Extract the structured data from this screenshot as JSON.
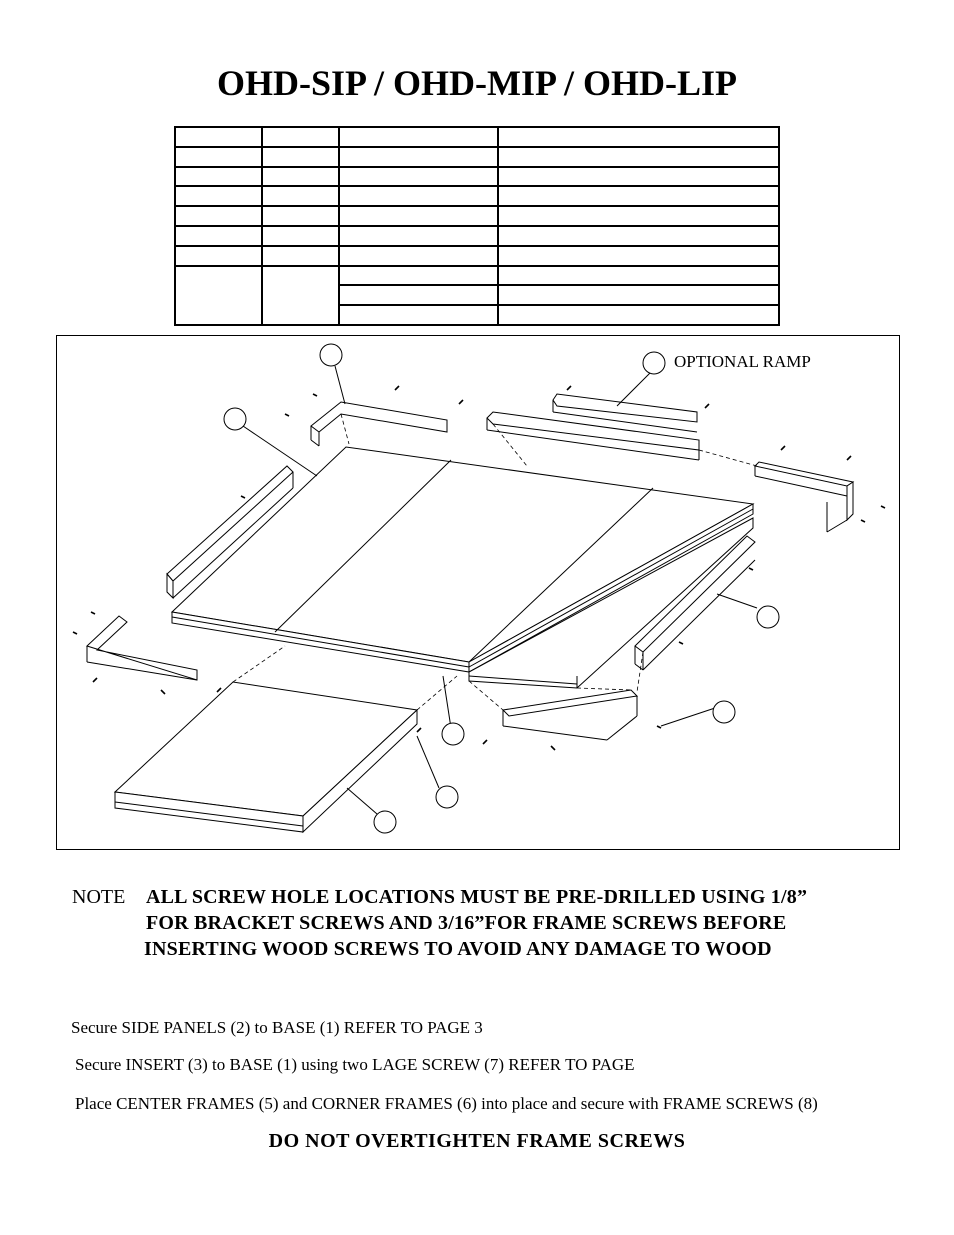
{
  "document": {
    "title": "OHD-SIP / OHD-MIP / OHD-LIP"
  },
  "parts_table": {
    "rows": 10,
    "columns": 4,
    "cells": []
  },
  "diagram": {
    "ramp_label": "OPTIONAL RAMP",
    "callouts": [
      "",
      "",
      "",
      "",
      "",
      "",
      "",
      ""
    ]
  },
  "note": {
    "label": "NOTE",
    "lines": [
      "ALL SCREW HOLE LOCATIONS MUST BE PRE-DRILLED USING 1/8”",
      "FOR BRACKET SCREWS  AND 3/16”FOR FRAME SCREWS BEFORE",
      "INSERTING WOOD SCREWS TO AVOID ANY DAMAGE TO WOOD"
    ]
  },
  "steps": [
    "Secure SIDE PANELS (2) to BASE (1) REFER TO PAGE 3",
    "Secure INSERT (3) to BASE (1) using two LAGE SCREW (7) REFER TO PAGE",
    "Place CENTER FRAMES (5) and CORNER FRAMES (6) into place and secure with FRAME SCREWS (8)"
  ],
  "warning": "DO NOT OVERTIGHTEN FRAME SCREWS"
}
